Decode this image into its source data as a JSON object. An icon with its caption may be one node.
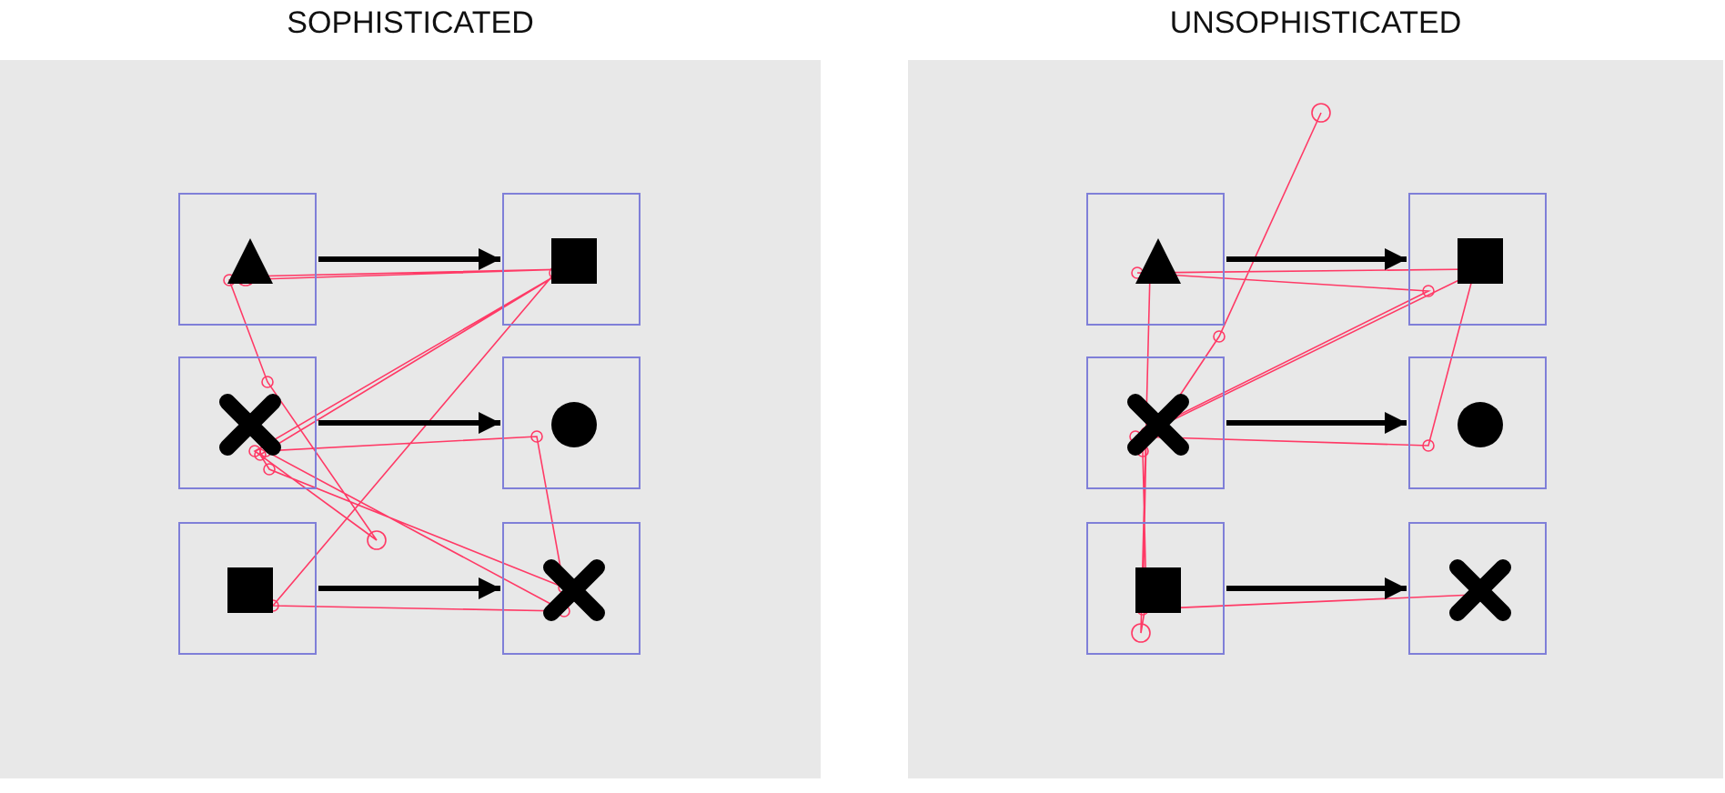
{
  "diagram": {
    "nodes": [
      {
        "text": [
          "SOPHISTICATED"
        ]
      },
      {
        "text": [],
        "shape": "box",
        "in": 0
      },
      {
        "text": [],
        "shape": "triangle",
        "in": 1
      },
      {
        "text": [],
        "shape": "box",
        "in": 0
      },
      {
        "text": [],
        "shape": "square",
        "in": 3
      },
      {
        "text": [],
        "shape": "box",
        "in": 0
      },
      {
        "text": [],
        "shape": "cross",
        "in": 5
      },
      {
        "text": [],
        "shape": "box",
        "in": 0
      },
      {
        "text": [],
        "shape": "circle",
        "in": 7
      },
      {
        "text": [],
        "shape": "box",
        "in": 0
      },
      {
        "text": [],
        "shape": "square",
        "in": 9
      },
      {
        "text": [],
        "shape": "box",
        "in": 0
      },
      {
        "text": [],
        "shape": "cross",
        "in": 11
      },
      {
        "text": [
          "UNSOPHISTICATED"
        ]
      },
      {
        "text": [],
        "shape": "box",
        "in": 13
      },
      {
        "text": [],
        "shape": "triangle",
        "in": 14
      },
      {
        "text": [],
        "shape": "box",
        "in": 13
      },
      {
        "text": [],
        "shape": "square",
        "in": 16
      },
      {
        "text": [],
        "shape": "box",
        "in": 13
      },
      {
        "text": [],
        "shape": "cross",
        "in": 18
      },
      {
        "text": [],
        "shape": "box",
        "in": 13
      },
      {
        "text": [],
        "shape": "circle",
        "in": 20
      },
      {
        "text": [],
        "shape": "box",
        "in": 13
      },
      {
        "text": [],
        "shape": "square",
        "in": 22
      },
      {
        "text": [],
        "shape": "box",
        "in": 13
      },
      {
        "text": [],
        "shape": "cross",
        "in": 24
      }
    ],
    "edges": [
      {
        "from": 1,
        "to": 3,
        "arrow": "to"
      },
      {
        "from": 5,
        "to": 7,
        "arrow": "to"
      },
      {
        "from": 9,
        "to": 11,
        "arrow": "to"
      },
      {
        "from": 14,
        "to": 16,
        "arrow": "to"
      },
      {
        "from": 18,
        "to": 20,
        "arrow": "to"
      },
      {
        "from": 22,
        "to": 24,
        "arrow": "to"
      }
    ]
  }
}
